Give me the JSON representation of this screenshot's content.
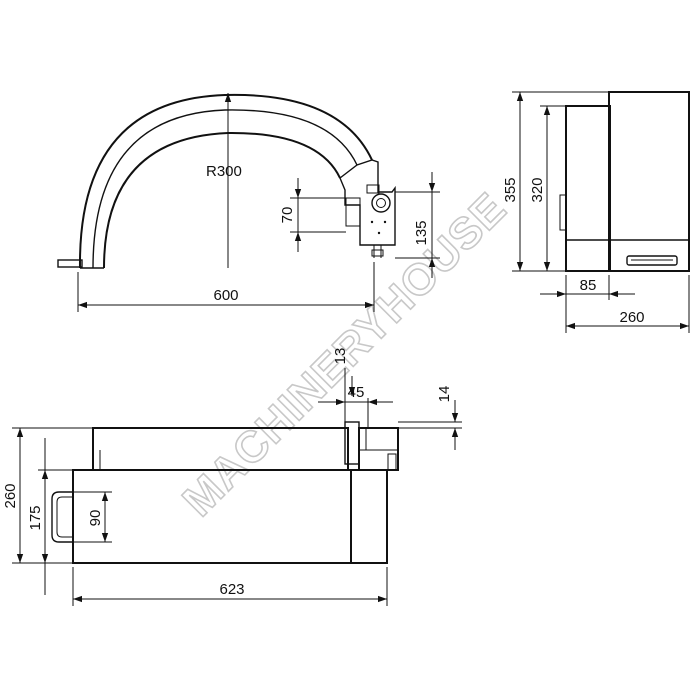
{
  "watermark": "MACHINERYHOUSE",
  "views": {
    "side": {
      "radius": "R300",
      "width": "600",
      "bracket_height_small": "70",
      "bracket_height_large": "135"
    },
    "end": {
      "height_total": "355",
      "height_body": "320",
      "width_step": "85",
      "width_total": "260"
    },
    "top": {
      "dim_13": "13",
      "dim_45": "45",
      "dim_14": "14",
      "height_total": "260",
      "height_body": "175",
      "handle_height": "90",
      "length": "623"
    }
  }
}
